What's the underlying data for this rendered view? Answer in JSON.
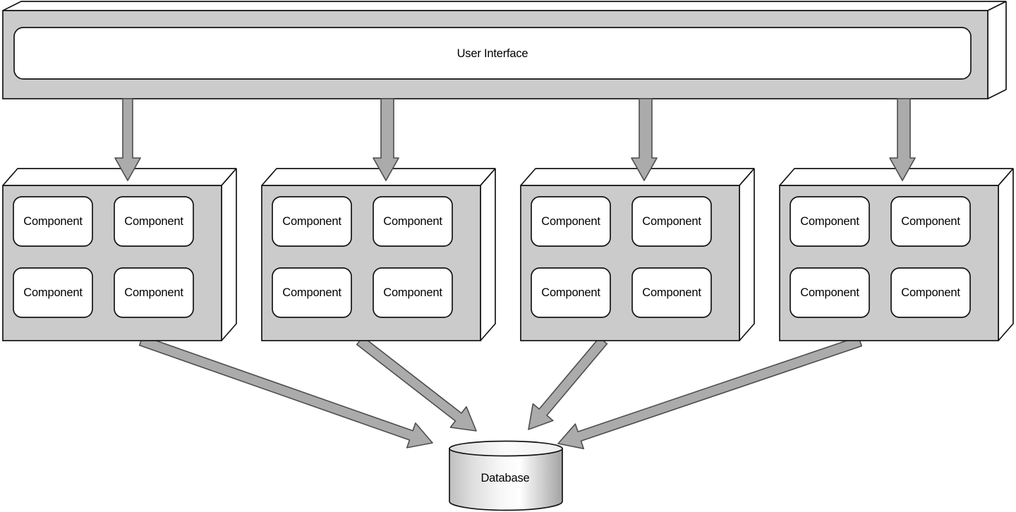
{
  "title_bar": {
    "label": "User Interface"
  },
  "groups": [
    {
      "components": [
        "Component",
        "Component",
        "Component",
        "Component"
      ]
    },
    {
      "components": [
        "Component",
        "Component",
        "Component",
        "Component"
      ]
    },
    {
      "components": [
        "Component",
        "Component",
        "Component",
        "Component"
      ]
    },
    {
      "components": [
        "Component",
        "Component",
        "Component",
        "Component"
      ]
    }
  ],
  "database": {
    "label": "Database"
  },
  "colors": {
    "face_gray": "#cbcbcb",
    "outline": "#141414",
    "arrow_fill": "#ababab",
    "arrow_outline": "#4d4d4d",
    "bg": "#ffffff"
  }
}
